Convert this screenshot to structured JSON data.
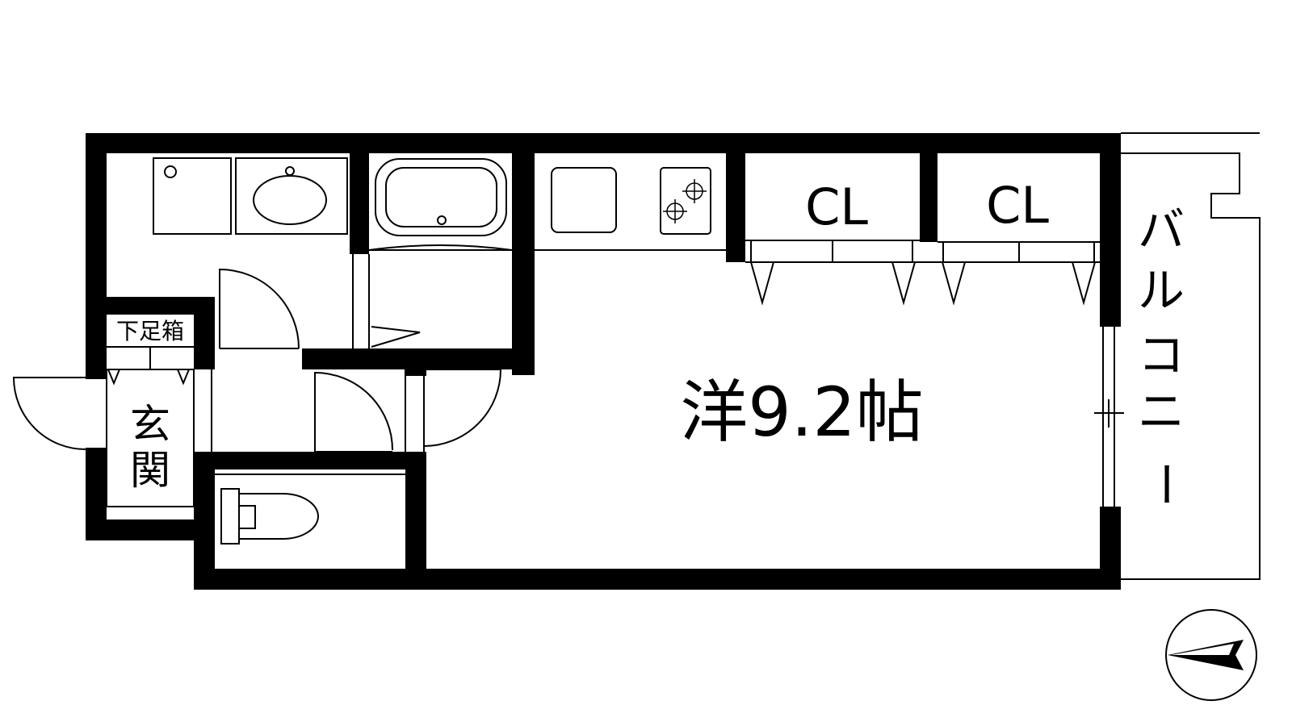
{
  "rooms": {
    "western_room": "洋9.2帖",
    "closet_1": "CL",
    "closet_2": "CL",
    "shoe_cabinet": "下足箱",
    "entrance_1": "玄",
    "entrance_2": "関",
    "balcony": [
      "バ",
      "ル",
      "コ",
      "ニ",
      "ー"
    ]
  },
  "colors": {
    "wall": "#000000",
    "background": "#ffffff"
  },
  "icons": [
    "compass-north-arrow-icon",
    "washing-machine-icon",
    "washbasin-icon",
    "bathtub-icon",
    "sink-icon",
    "gas-stove-icon",
    "toilet-icon"
  ]
}
